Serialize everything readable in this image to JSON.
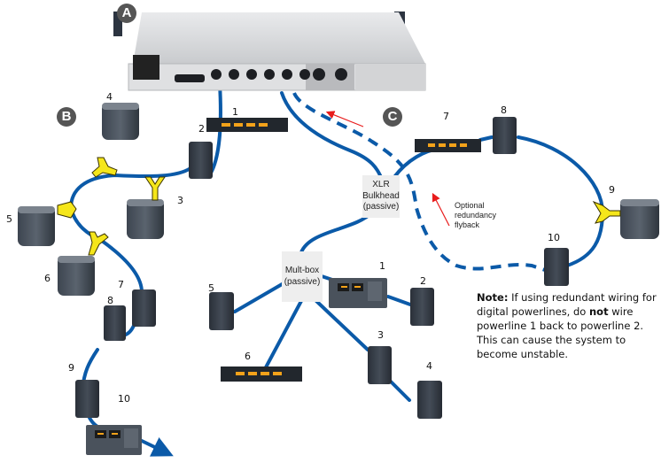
{
  "badges": {
    "a": "A",
    "b": "B",
    "c": "C"
  },
  "boxes": {
    "xlr_bulkhead": "XLR\nBulkhead\n(passive)",
    "multbox": "Mult-box\n(passive)"
  },
  "annotation": {
    "flyback": "Optional\nredundancy\nflyback"
  },
  "note": {
    "lead": "Note:",
    "part1": " If using redundant wiring for digital powerlines, do ",
    "emph": "not",
    "part2": " wire powerline 1 back to powerline 2. This can cause the system to become unstable."
  },
  "section_b": {
    "labels": [
      "1",
      "2",
      "3",
      "4",
      "5",
      "6",
      "7",
      "8",
      "9",
      "10"
    ]
  },
  "section_c": {
    "labels": [
      "7",
      "8",
      "9",
      "10"
    ]
  },
  "multbox_group": {
    "labels": [
      "1",
      "2",
      "3",
      "4",
      "5",
      "6"
    ]
  },
  "colors": {
    "cable": "#0b5aa8",
    "splitter": "#f5e61a",
    "arrow": "#e81c1c",
    "badge": "#555555"
  }
}
